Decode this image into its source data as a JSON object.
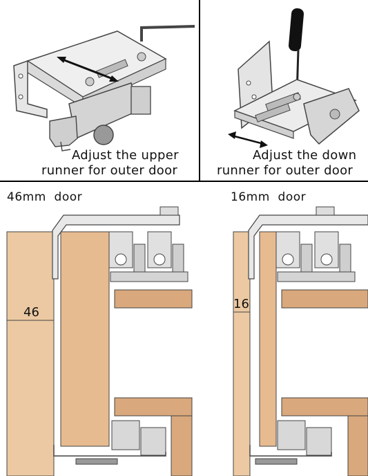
{
  "top_left": {
    "caption_line1": "Adjust the upper",
    "caption_line2": "runner for outer door"
  },
  "top_right": {
    "caption_line1": "Adjust the down",
    "caption_line2": "runner for outer door"
  },
  "bottom_left": {
    "heading": "46mm  door",
    "dimension": "46"
  },
  "bottom_right": {
    "heading": "16mm  door",
    "dimension": "16"
  },
  "colors": {
    "wood_light": "#ecc9a2",
    "wood_dark": "#d9a87c",
    "metal": "#d9d9d9",
    "outline": "#333333"
  }
}
